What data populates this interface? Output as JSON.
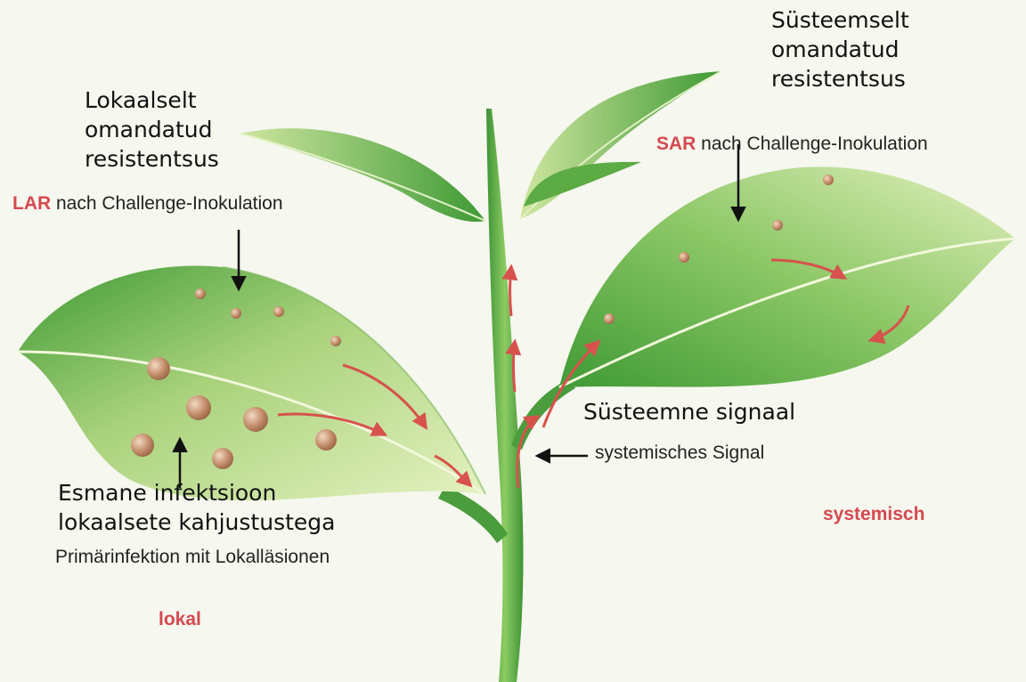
{
  "colors": {
    "leaf_light": "#d7eaa6",
    "leaf_dark": "#4fa23a",
    "stem": "#5aa844",
    "spot": "#b88a6a",
    "red_arrow": "#d7524d",
    "label_red": "#d4494f"
  },
  "top_right": {
    "et_line1": "Süsteemselt",
    "et_line2": "omandatud",
    "et_line3": "resistentsus",
    "de_abbr": "SAR",
    "de_text": " nach Challenge-Inokulation"
  },
  "top_left": {
    "et_line1": "Lokaalselt",
    "et_line2": "omandatud",
    "et_line3": "resistentsus",
    "de_abbr": "LAR",
    "de_text": " nach Challenge-Inokulation"
  },
  "signal": {
    "et": "Süsteemne signaal",
    "de": "systemisches Signal"
  },
  "primary": {
    "et_line1": "Esmane infektsioon",
    "et_line2": "lokaalsete kahjustustega",
    "de": "Primärinfektion mit Lokalläsionen"
  },
  "region_left": "lokal",
  "region_right": "systemisch"
}
